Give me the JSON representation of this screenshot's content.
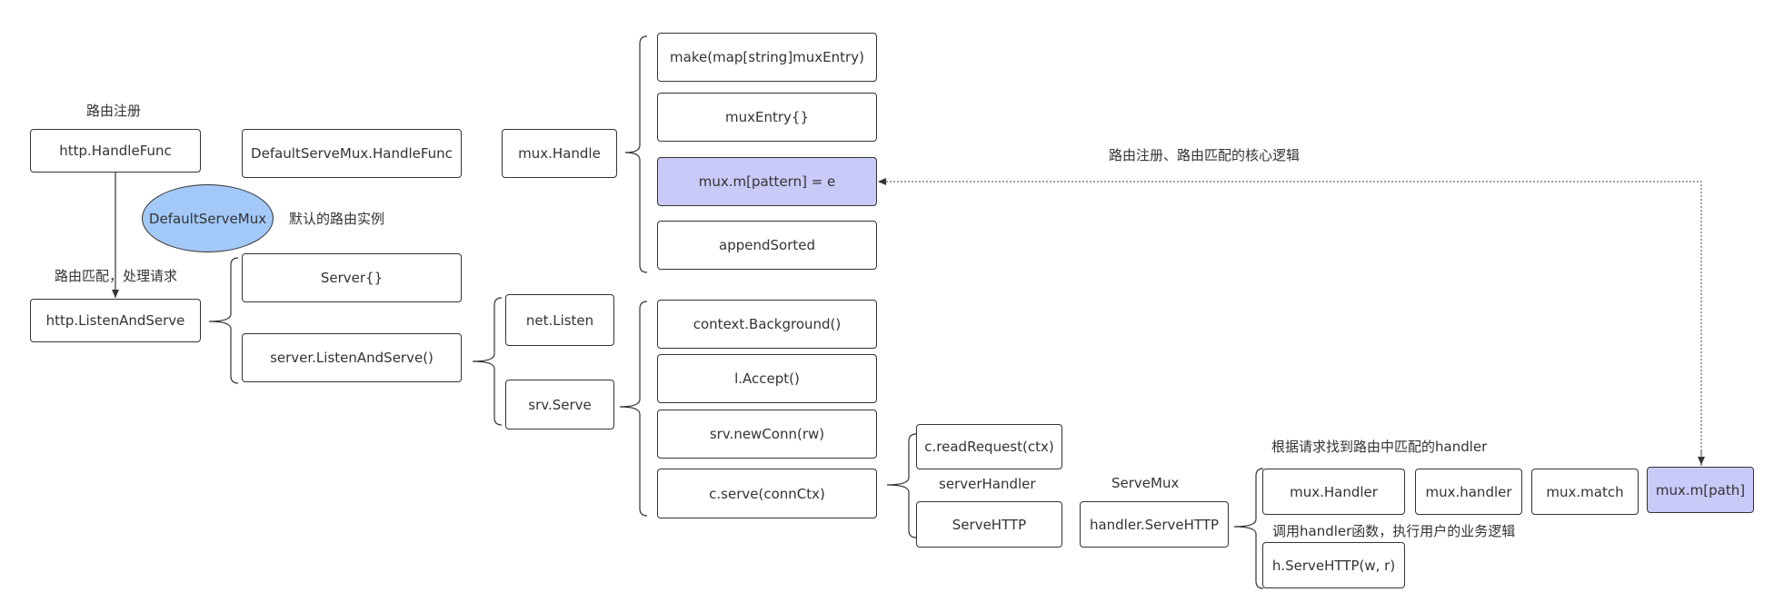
{
  "nodes": {
    "http_handlefunc": "http.HandleFunc",
    "defaultservemux_handlefunc": "DefaultServeMux.HandleFunc",
    "mux_handle": "mux.Handle",
    "make_map": "make(map[string]muxEntry)",
    "muxentry": "muxEntry{}",
    "mux_m_pattern": "mux.m[pattern] = e",
    "appendsorted": "appendSorted",
    "defaultservemux": "DefaultServeMux",
    "http_listenandserve": "http.ListenAndServe",
    "server_struct": "Server{}",
    "server_listenandserve": "server.ListenAndServe()",
    "net_listen": "net.Listen",
    "srv_serve": "srv.Serve",
    "context_background": "context.Background()",
    "l_accept": "l.Accept()",
    "srv_newconn": "srv.newConn(rw)",
    "c_serve": "c.serve(connCtx)",
    "c_readrequest": "c.readRequest(ctx)",
    "servehttp": "ServeHTTP",
    "handler_servehttp": "handler.ServeHTTP",
    "mux_handler_upper": "mux.Handler",
    "mux_handler_lower": "mux.handler",
    "mux_match": "mux.match",
    "mux_m_path": "mux.m[path]",
    "h_servehttp": "h.ServeHTTP(w, r)"
  },
  "labels": {
    "route_register": "路由注册",
    "default_instance": "默认的路由实例",
    "route_match_handle": "路由匹配，处理请求",
    "core_logic": "路由注册、路由匹配的核心逻辑",
    "server_handler": "serverHandler",
    "servemux": "ServeMux",
    "find_handler": "根据请求找到路由中匹配的handler",
    "call_handler": "调用handler函数，执行用户的业务逻辑"
  },
  "colors": {
    "highlight_box": "#c9caf8",
    "ellipse_fill": "#a3c9f8",
    "stroke": "#333333"
  }
}
